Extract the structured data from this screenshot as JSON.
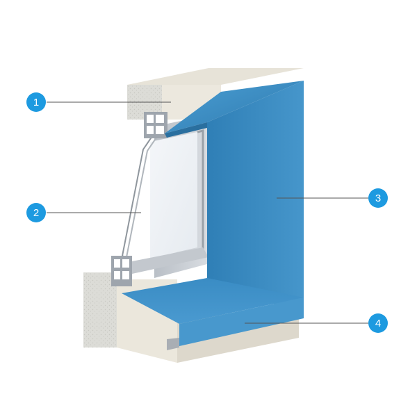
{
  "colors": {
    "badge": "#1d9ae0",
    "panel_blue": "#3f8fc4",
    "panel_blue_light": "#5aa7d6",
    "panel_blue_dark": "#2f78ab",
    "concrete": "#d9d9d4",
    "plaster": "#ece8dd",
    "aluminium": "#c9cdd2",
    "glass": "#eef2f6",
    "leader_line": "#555555"
  },
  "callouts": [
    {
      "number": "1",
      "target": "wall-lintel"
    },
    {
      "number": "2",
      "target": "window-glazing"
    },
    {
      "number": "3",
      "target": "reveal-panel"
    },
    {
      "number": "4",
      "target": "sill-panel"
    }
  ]
}
